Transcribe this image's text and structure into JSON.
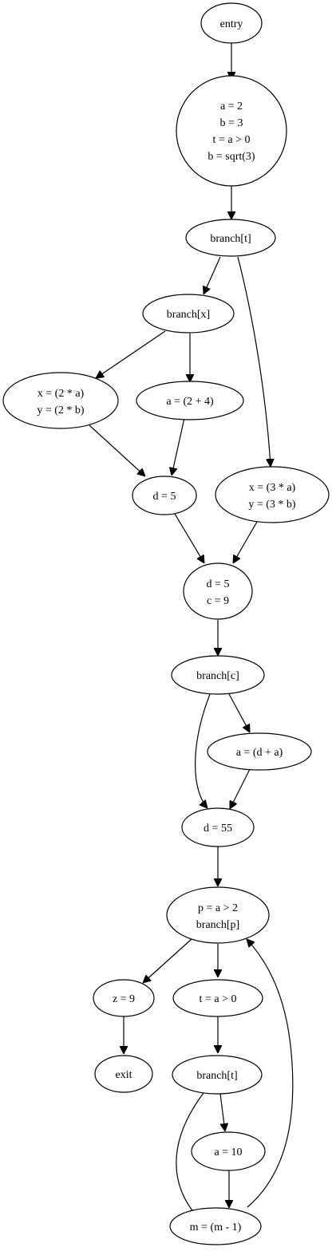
{
  "nodes": {
    "entry": {
      "lines": [
        "entry"
      ]
    },
    "init": {
      "lines": [
        "a = 2",
        "b = 3",
        "t = a > 0",
        "b = sqrt(3)"
      ]
    },
    "branch_t1": {
      "lines": [
        "branch[t]"
      ]
    },
    "branch_x": {
      "lines": [
        "branch[x]"
      ]
    },
    "xy2": {
      "lines": [
        "x = (2 * a)",
        "y = (2 * b)"
      ]
    },
    "a24": {
      "lines": [
        "a = (2 + 4)"
      ]
    },
    "d5a": {
      "lines": [
        "d = 5"
      ]
    },
    "xy3": {
      "lines": [
        "x = (3 * a)",
        "y = (3 * b)"
      ]
    },
    "d5c9": {
      "lines": [
        "d = 5",
        "c = 9"
      ]
    },
    "branch_c": {
      "lines": [
        "branch[c]"
      ]
    },
    "ada": {
      "lines": [
        "a = (d + a)"
      ]
    },
    "d55": {
      "lines": [
        "d = 55"
      ]
    },
    "pbranch": {
      "lines": [
        "p = a > 2",
        "branch[p]"
      ]
    },
    "z9": {
      "lines": [
        "z = 9"
      ]
    },
    "t2": {
      "lines": [
        "t = a > 0"
      ]
    },
    "exit": {
      "lines": [
        "exit"
      ]
    },
    "branch_t2": {
      "lines": [
        "branch[t]"
      ]
    },
    "a10": {
      "lines": [
        "a = 10"
      ]
    },
    "mm1": {
      "lines": [
        "m = (m - 1)"
      ]
    }
  }
}
